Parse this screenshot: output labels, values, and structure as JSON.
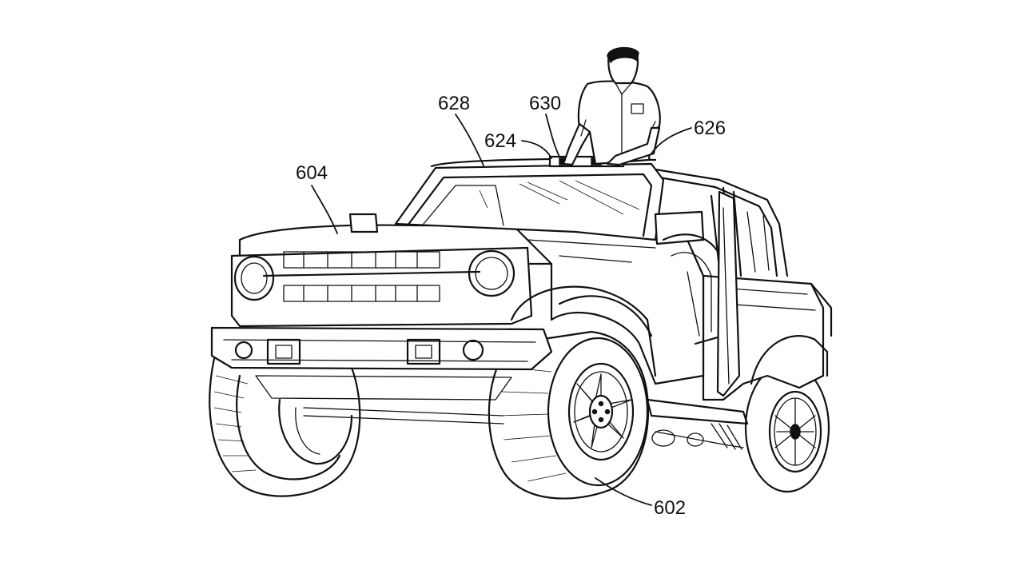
{
  "figure": {
    "reference_labels": [
      {
        "id": "628",
        "text": "628"
      },
      {
        "id": "630",
        "text": "630"
      },
      {
        "id": "624",
        "text": "624"
      },
      {
        "id": "626",
        "text": "626"
      },
      {
        "id": "604",
        "text": "604"
      },
      {
        "id": "602",
        "text": "602"
      }
    ]
  }
}
